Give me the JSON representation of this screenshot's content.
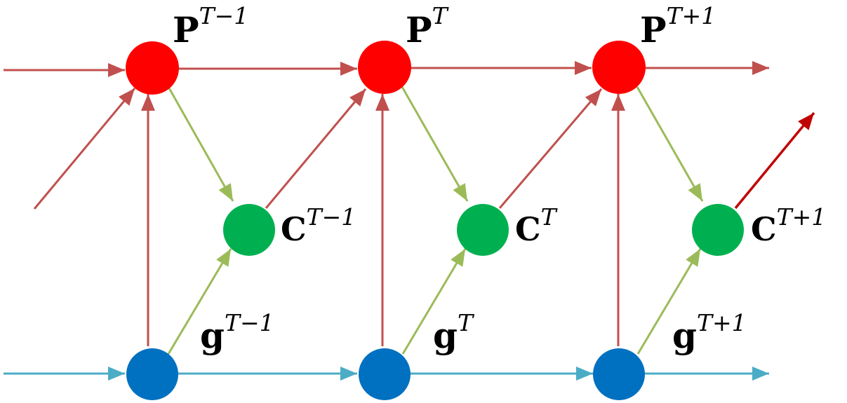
{
  "colors": {
    "p_node": "#ff0000",
    "c_node": "#00b050",
    "g_node": "#0070c0",
    "p_edge": "#c0504d",
    "c_edge": "#9bbb59",
    "g_edge": "#4bacc6",
    "out_edge": "#c00000"
  },
  "nodes": {
    "p_prev": {
      "base": "P",
      "sup": "T−1"
    },
    "p_curr": {
      "base": "P",
      "sup": "T"
    },
    "p_next": {
      "base": "P",
      "sup": "T+1"
    },
    "c_prev": {
      "base": "C",
      "sup": "T−1"
    },
    "c_curr": {
      "base": "C",
      "sup": "T"
    },
    "c_next": {
      "base": "C",
      "sup": "T+1"
    },
    "g_prev": {
      "base": "g",
      "sup": "T−1"
    },
    "g_curr": {
      "base": "g",
      "sup": "T"
    },
    "g_next": {
      "base": "g",
      "sup": "T+1"
    }
  }
}
